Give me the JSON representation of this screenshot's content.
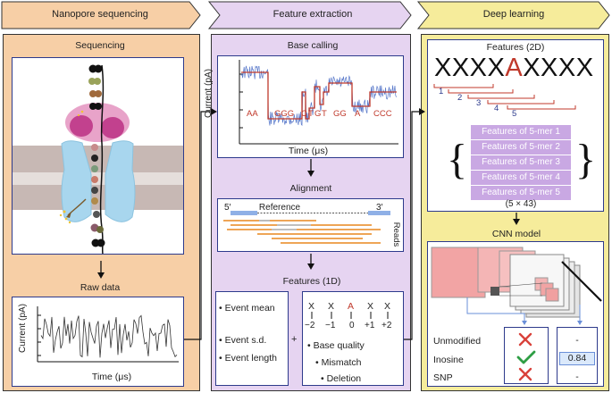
{
  "stages": {
    "nanopore": {
      "title": "Nanopore sequencing",
      "color": "#f7cfa6"
    },
    "feature": {
      "title": "Feature extraction",
      "color": "#e6d4f1"
    },
    "deep": {
      "title": "Deep learning",
      "color": "#f6ec9b"
    }
  },
  "nanopore_panel": {
    "sequencing_label": "Sequencing",
    "raw_data_label": "Raw data",
    "raw_ylabel": "Current (pA)",
    "raw_xlabel": "Time (μs)"
  },
  "base_calling": {
    "title": "Base calling",
    "ylabel": "Current (pA)",
    "xlabel": "Time (μs)",
    "base_labels": [
      "AA",
      "GGG",
      "C",
      "T",
      "G",
      "T",
      "GG",
      "A",
      "CCC"
    ]
  },
  "alignment": {
    "title": "Alignment",
    "five_prime": "5′",
    "three_prime": "3′",
    "reference_label": "Reference",
    "reads_label": "Reads"
  },
  "features_1d": {
    "title": "Features (1D)",
    "event_items": [
      "Event mean",
      "Event s.d.",
      "Event length"
    ],
    "plus": "+",
    "kmer_bases": [
      "X",
      "X",
      "A",
      "X",
      "X"
    ],
    "kmer_positions": [
      "−2",
      "−1",
      "0",
      "+1",
      "+2"
    ],
    "quality_items": [
      "Base quality",
      "Mismatch",
      "Deletion"
    ]
  },
  "features_2d": {
    "title": "Features (2D)",
    "sequence_left": "XXXX",
    "sequence_center": "A",
    "sequence_right": "XXXX",
    "window_numbers": [
      "1",
      "2",
      "3",
      "4",
      "5"
    ],
    "kmer_features": [
      "Features of 5-mer 1",
      "Features of 5-mer 2",
      "Features of 5-mer 3",
      "Features of 5-mer 4",
      "Features of 5-mer 5"
    ],
    "dimension": "(5 × 43)"
  },
  "cnn": {
    "title": "CNN model",
    "classes": [
      "Unmodified",
      "Inosine",
      "SNP"
    ],
    "outcomes": [
      "cross",
      "check",
      "cross"
    ],
    "scores": [
      "-",
      "0.84",
      "-"
    ]
  },
  "colors": {
    "frame": "#2d3a8c",
    "base_red": "#c0392b",
    "signal_blue": "#3a5fbf",
    "read_orange": "#e8871e",
    "reference_blue": "#8fb0e6",
    "check_green": "#2e9e44",
    "kmer_purple": "#c9a8e3"
  }
}
